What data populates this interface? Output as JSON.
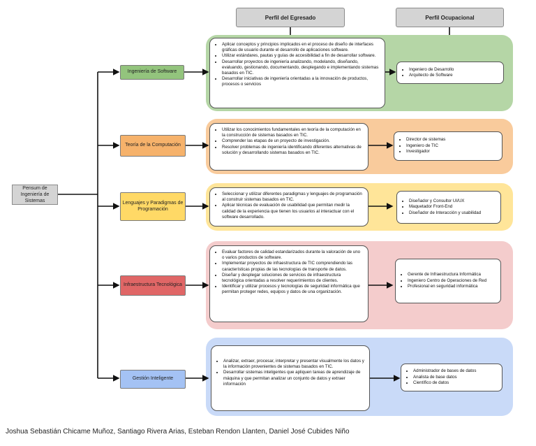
{
  "headers": {
    "egresado": "Perfil del Egresado",
    "ocupacional": "Perfil Ocupacional"
  },
  "root": "Pensum de Ingeniería de Sistemas",
  "colors": {
    "band_green": "#b5d6a6",
    "band_orange": "#f9cb9c",
    "band_yellow": "#ffe599",
    "band_red": "#f4cccc",
    "band_blue": "#c9daf8",
    "cat_green": "#93c47d",
    "cat_orange": "#f6b26b",
    "cat_yellow": "#ffd966",
    "cat_red": "#e06666",
    "cat_blue": "#a4c2f4"
  },
  "branches": [
    {
      "category": "Ingeniería de Software",
      "egresado": [
        "Aplicar conceptos y principios implicados en el proceso de diseño de interfaces gráficas de usuario durante el desarrollo de aplicaciones software.",
        "Utilizar estándares, pautas y guías de accesibilidad a fin de desarrollar software.",
        "Desarrollar proyectos de ingeniería analizando, modelando, diseñando, evaluando, gestionando, documentando, desplegando e implementando sistemas basados en TIC.",
        "Desarrollar iniciativas de ingeniería orientadas a la innovación de productos, procesos o servicios"
      ],
      "ocupacional": [
        "Ingeniero de Desarrollo",
        "Arquitecto de Software"
      ]
    },
    {
      "category": "Teoría de la Computación",
      "egresado": [
        "Utilizar los conocimientos fundamentales en teoría de la computación en la construcción de sistemas basados en TIC.",
        "Comprender las etapas de un proyecto de investigación.",
        "Resolver problemas de ingeniería identificando diferentes alternativas de solución y desarrollando sistemas basados en TIC."
      ],
      "ocupacional": [
        "Director de sistemas",
        "Ingeniero de TIC",
        "Investigador"
      ]
    },
    {
      "category": "Lenguajes y Paradigmas de Programación",
      "egresado": [
        "Seleccionar y utilizar diferentes paradigmas y lenguajes de programación al construir sistemas basados en TIC.",
        "Aplicar técnicas de evaluación de usabilidad que permitan medir la calidad de la experiencia que tienen los usuarios al interactuar con el software desarrollado."
      ],
      "ocupacional": [
        "Diseñador y Consultor UI/UX",
        "Maquetador Front-End",
        "Diseñador de Interacción y usabilidad"
      ]
    },
    {
      "category": "Infraestructura Tecnológica",
      "egresado": [
        "Evaluar factores de calidad estandarizados durante la valoración de uno o varios productos de software.",
        "Implementar proyectos de infraestructura de TIC comprendiendo las características propias de las tecnologías de transporte de datos.",
        "Diseñar y desplegar soluciones de servicios de infraestructura tecnológica orientadas a resolver requerimientos de clientes.",
        "Identificar y utilizar procesos y tecnologías de seguridad informática que permitan proteger redes, equipos y datos de una organización."
      ],
      "ocupacional": [
        "Gerente de Infraestructura Informática",
        "Ingeniero Centro de Operaciones de Red",
        "Profesional en seguridad informática"
      ]
    },
    {
      "category": "Gestión Inteligente",
      "egresado": [
        "Analizar, extraer, procesar, interpretar y presentar visualmente los datos y la información provenientes de sistemas basados en TIC.",
        "Desarrollar sistemas inteligentes que apliquen tareas de aprendizaje de máquina y que permitan analizar un conjunto de datos y extraer información"
      ],
      "ocupacional": [
        "Administrador de bases de datos",
        "Analista de base datos",
        "Científico de datos"
      ]
    }
  ],
  "credits": "Joshua Sebastián Chicame Muñoz, Santiago Rivera Arias, Esteban Rendon Llanten, Daniel José Cubides Niño"
}
